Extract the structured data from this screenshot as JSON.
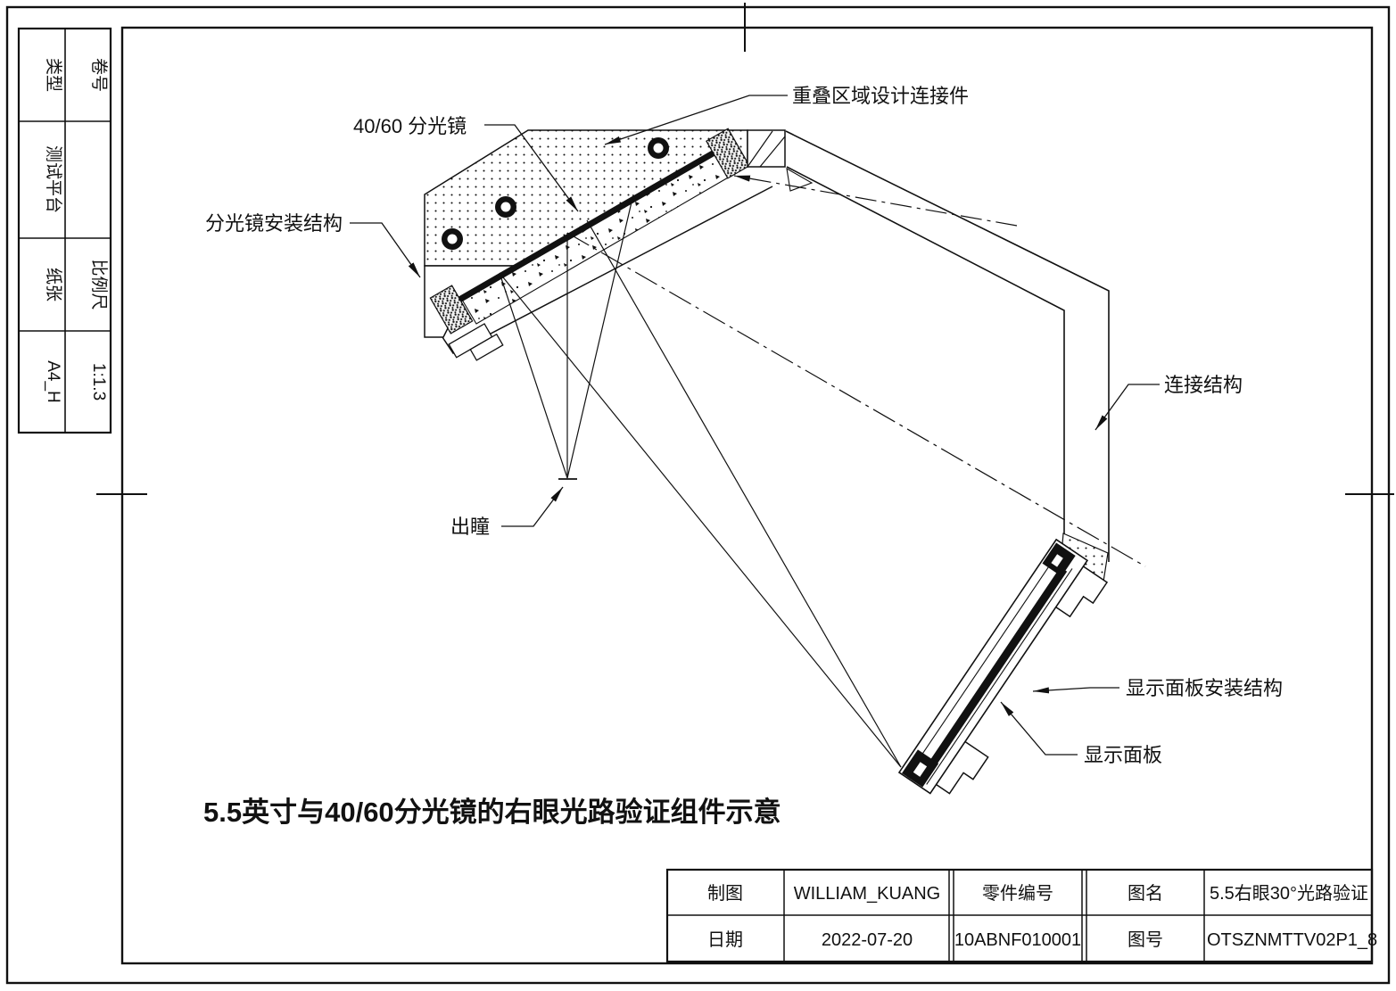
{
  "left_block": {
    "rows": [
      {
        "c1": "类型",
        "c2": "卷号"
      },
      {
        "c1": "测试平台",
        "c2": ""
      },
      {
        "c1": "纸张",
        "c2": "比例尺"
      },
      {
        "c1": "A4_H",
        "c2": "1:1.3"
      }
    ]
  },
  "labels": {
    "overlap_connector": "重叠区域设计连接件",
    "beamsplitter": "40/60 分光镜",
    "splitter_mount": "分光镜安装结构",
    "exit_pupil": "出瞳",
    "connect_structure": "连接结构",
    "panel_mount": "显示面板安装结构",
    "panel": "显示面板"
  },
  "caption": "5.5英寸与40/60分光镜的右眼光路验证组件示意",
  "title_table": {
    "row1": {
      "drawn_by_label": "制图",
      "drawn_by": "WILLIAM_KUANG",
      "part_no_label": "零件编号",
      "name_label": "图名",
      "name": "5.5右眼30°光路验证"
    },
    "row2": {
      "date_label": "日期",
      "date": "2022-07-20",
      "part_no": "10ABNF010001",
      "no_label": "图号",
      "no": "OTSZNMTTV02P1_8"
    }
  },
  "colors": {
    "ink": "#111111",
    "paper": "#ffffff"
  }
}
